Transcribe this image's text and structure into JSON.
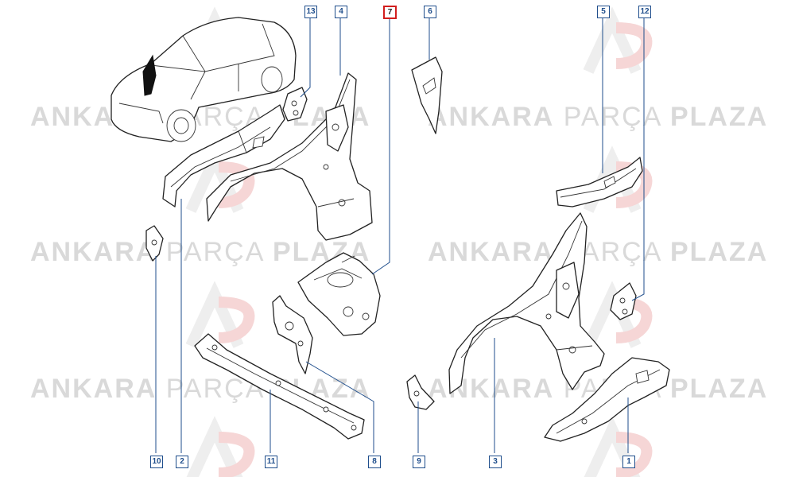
{
  "watermark": {
    "word1": "ANKARA",
    "word2": "PARÇA",
    "word3": "PLAZA",
    "logo_colors": {
      "gray": "#eeeeee",
      "red": "#f6d6d6"
    }
  },
  "callouts": {
    "c1": "1",
    "c2": "2",
    "c3": "3",
    "c4": "4",
    "c5": "5",
    "c6": "6",
    "c7": "7",
    "c8": "8",
    "c9": "9",
    "c10": "10",
    "c11": "11",
    "c12": "12",
    "c13": "13"
  },
  "highlighted_callout": "7",
  "colors": {
    "callout_border": "#1f4e8c",
    "highlight_border": "#d21e1e",
    "line": "#222222",
    "watermark": "#d9d9d9"
  }
}
